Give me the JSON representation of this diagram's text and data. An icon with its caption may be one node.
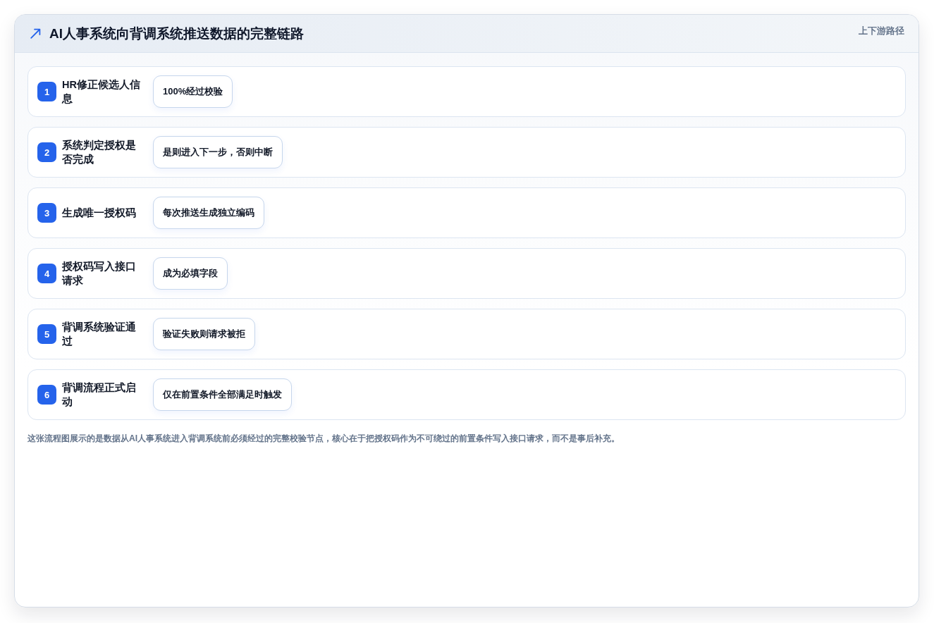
{
  "diagram": {
    "title": "AI人事系统向背调系统推送数据的完整链路",
    "caption": "这张流程图展示的是数据从AI人事系统进入背调系统前必须经过的完整校验节点，核心在于把授权码作为不可绕过的前置条件写入接口请求，而不是事后补充。",
    "nodes": [
      {
        "text": [
          "HR修正候选人信息"
        ]
      },
      {
        "text": [
          "1"
        ],
        "in": 0
      },
      {
        "text": [
          "100%经过校验"
        ],
        "in": 0
      },
      {
        "text": [
          "系统判定授权是否完成"
        ]
      },
      {
        "text": [
          "2"
        ],
        "in": 3
      },
      {
        "text": [
          "是则进入下一步，否则中断"
        ],
        "in": 3
      },
      {
        "text": [
          "生成唯一授权码"
        ]
      },
      {
        "text": [
          "3"
        ],
        "in": 6
      },
      {
        "text": [
          "每次推送生成独立编码"
        ],
        "in": 6
      },
      {
        "text": [
          "授权码写入接口请求"
        ]
      },
      {
        "text": [
          "4"
        ],
        "in": 9
      },
      {
        "text": [
          "成为必填字段"
        ],
        "in": 9
      },
      {
        "text": [
          "背调系统验证通过"
        ]
      },
      {
        "text": [
          "5"
        ],
        "in": 12
      },
      {
        "text": [
          "验证失败则请求被拒"
        ],
        "in": 12
      },
      {
        "text": [
          "背调流程正式启动"
        ]
      },
      {
        "text": [
          "6"
        ],
        "in": 15
      },
      {
        "text": [
          "仅在前置条件全部满足时触发"
        ],
        "in": 15
      }
    ],
    "labels": [
      "上下游路径"
    ]
  }
}
